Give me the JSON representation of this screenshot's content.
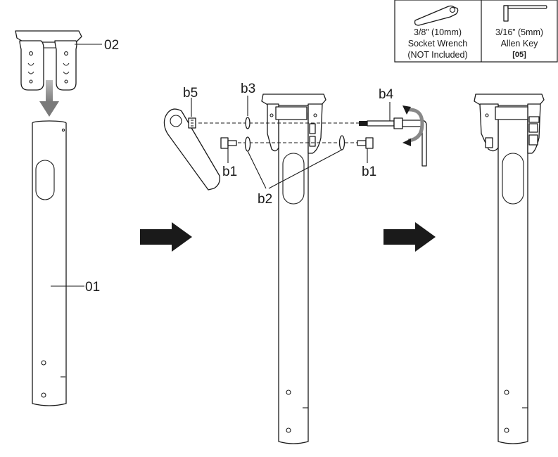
{
  "labels": {
    "post": "01",
    "bracket": "02",
    "bolt_left": "b1",
    "bolt_right": "b1",
    "washers": "b2",
    "spacer": "b3",
    "lever_bolt": "b4",
    "lever": "b5"
  },
  "tools": {
    "wrench": {
      "icon": "socket-wrench-icon",
      "line1": "3/8” (10mm)",
      "line2": "Socket Wrench",
      "line3": "(NOT Included)"
    },
    "allen": {
      "icon": "allen-key-icon",
      "line1": "3/16” (5mm)",
      "line2": "Allen Key",
      "code": "[05]"
    }
  },
  "colors": {
    "ink": "#1a1a1a",
    "arrow_gray": "#888888"
  }
}
